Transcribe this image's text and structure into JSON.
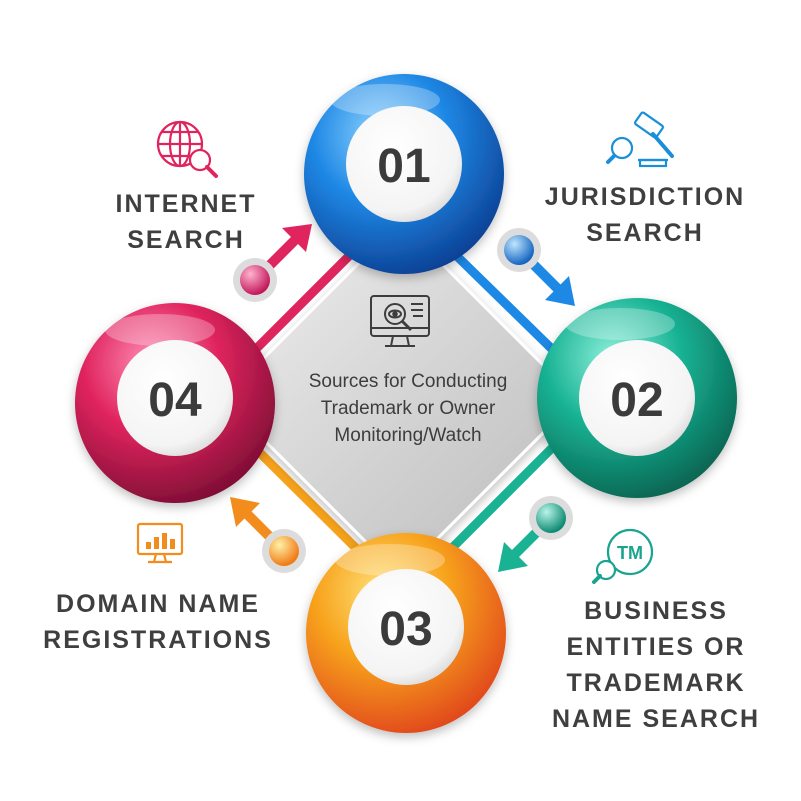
{
  "center": {
    "title_lines": [
      "Sources for Conducting",
      "Trademark or Owner",
      "Monitoring/Watch"
    ],
    "icon": "monitor-magnifier-eye-icon"
  },
  "steps": [
    {
      "number": "01",
      "label_lines": [
        "INTERNET",
        "SEARCH"
      ],
      "color": "#1a73d9",
      "icon": "globe-magnifier-icon",
      "icon_color": "#e0245e"
    },
    {
      "number": "02",
      "label_lines": [
        "JURISDICTION",
        "SEARCH"
      ],
      "color": "#1aa38f",
      "icon": "gavel-magnifier-icon",
      "icon_color": "#1a8fd9"
    },
    {
      "number": "03",
      "label_lines": [
        "BUSINESS",
        "ENTITIES OR",
        "TRADEMARK",
        "NAME SEARCH"
      ],
      "color": "#f2a21c",
      "icon": "trademark-magnifier-icon",
      "icon_color": "#1aa38f"
    },
    {
      "number": "04",
      "label_lines": [
        "DOMAIN NAME",
        "REGISTRATIONS"
      ],
      "color": "#d81b60",
      "icon": "monitor-chart-icon",
      "icon_color": "#f28c1c"
    }
  ]
}
